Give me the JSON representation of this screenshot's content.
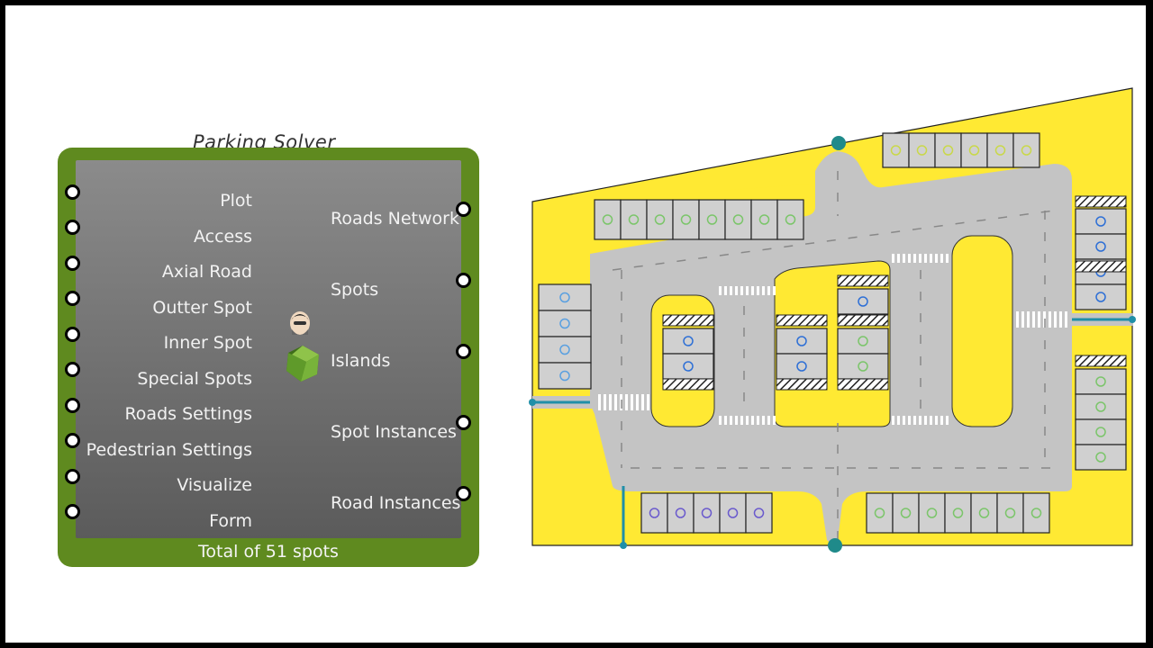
{
  "component": {
    "title": "Parking Solver",
    "inputs": [
      "Plot",
      "Access",
      "Axial Road",
      "Outter Spot",
      "Inner Spot",
      "Special Spots",
      "Roads Settings",
      "Pedestrian Settings",
      "Visualize",
      "Form"
    ],
    "outputs": [
      "Roads Network",
      "Spots",
      "Islands",
      "Spot Instances",
      "Road Instances"
    ],
    "footer": "Total of 51 spots",
    "icons": [
      "author-avatar-icon",
      "parking-solver-gem-icon"
    ]
  },
  "plan": {
    "colors": {
      "plot": "#ffe933",
      "road": "#c4c4c4",
      "node_green": "#5f8a1f",
      "access": "#1f8fa8",
      "accessible": "#2d6fd6"
    }
  }
}
